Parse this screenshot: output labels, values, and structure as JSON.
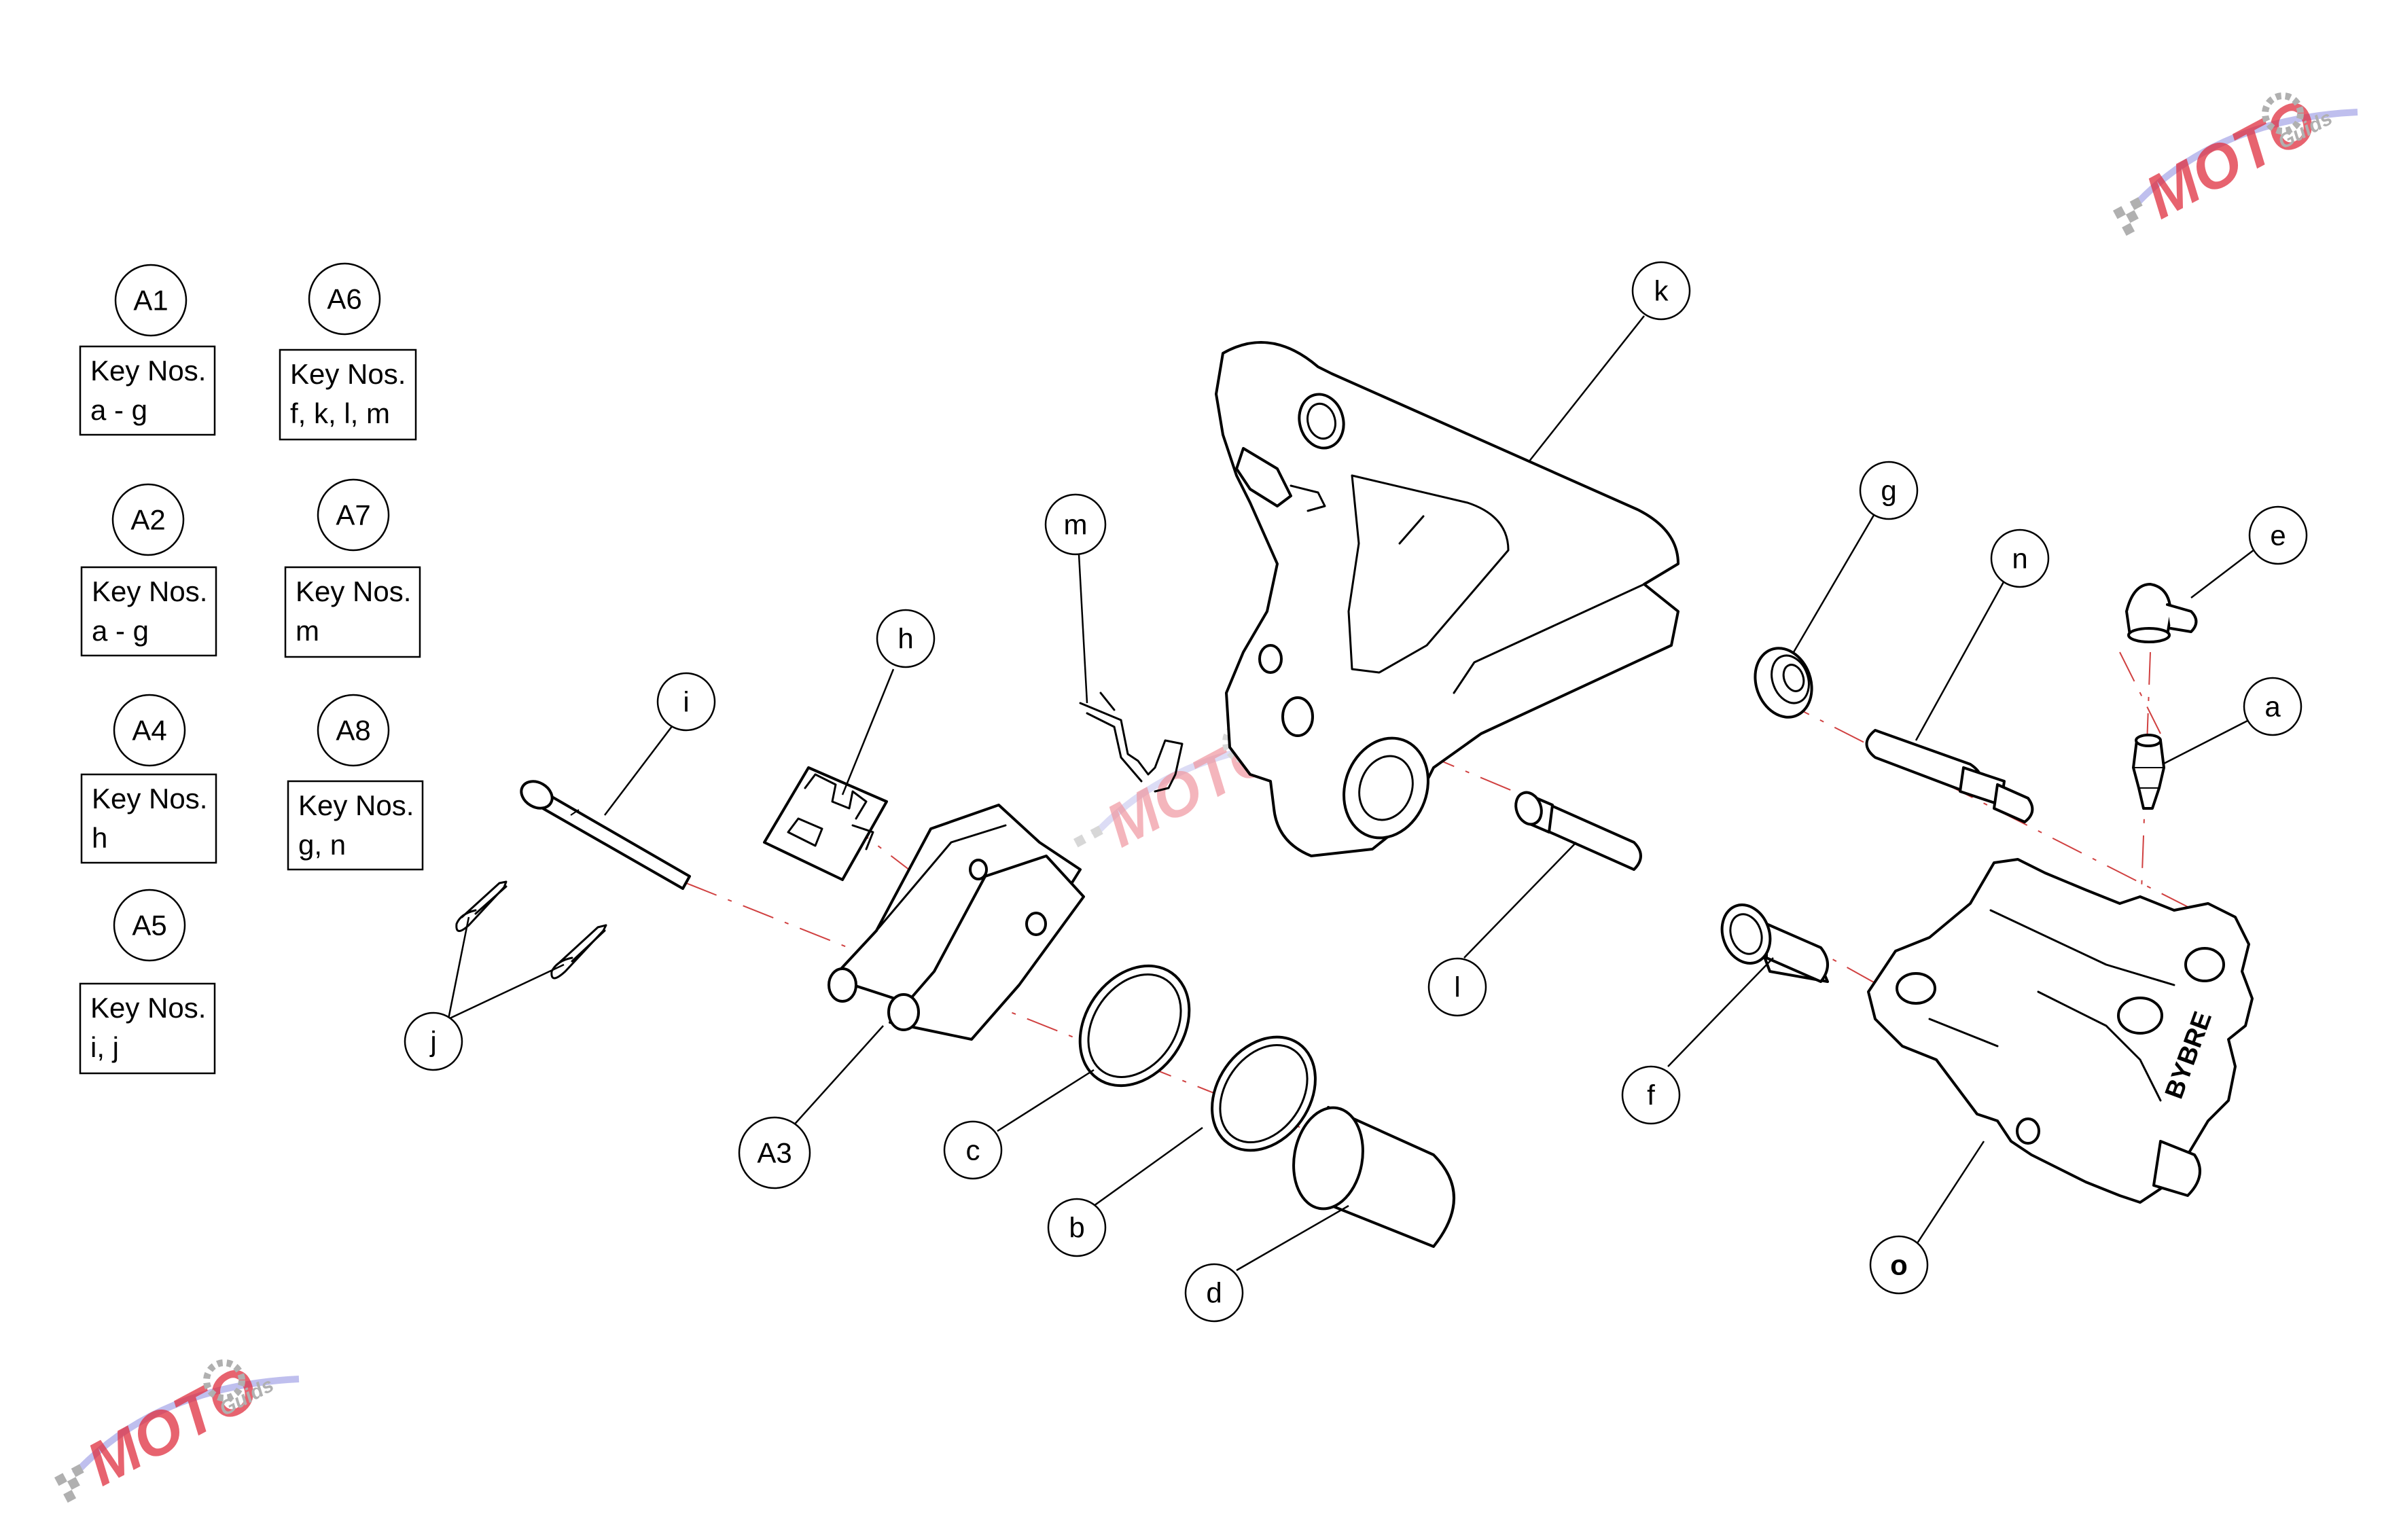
{
  "legend": [
    {
      "id": "A1",
      "line1": "Key Nos.",
      "line2": "a - g"
    },
    {
      "id": "A2",
      "line1": "Key Nos.",
      "line2": "a - g"
    },
    {
      "id": "A4",
      "line1": "Key Nos.",
      "line2": "h"
    },
    {
      "id": "A5",
      "line1": "Key Nos.",
      "line2": "i, j"
    },
    {
      "id": "A6",
      "line1": "Key Nos.",
      "line2": "f, k, l, m"
    },
    {
      "id": "A7",
      "line1": "Key Nos.",
      "line2": "m"
    },
    {
      "id": "A8",
      "line1": "Key Nos.",
      "line2": "g, n"
    }
  ],
  "callouts": {
    "i": "i",
    "j": "j",
    "h": "h",
    "A3": "A3",
    "c": "c",
    "b": "b",
    "d": "d",
    "m": "m",
    "k": "k",
    "l": "l",
    "f": "f",
    "g": "g",
    "n": "n",
    "e": "e",
    "a": "a",
    "o": "o"
  },
  "watermark": {
    "main": "MOTO",
    "sub": "Guids"
  },
  "colors": {
    "line": "#000000",
    "axis": "#d04040",
    "watermark_red": "#e03040",
    "watermark_blue": "#5a5ad8",
    "watermark_gray": "#b0b0b0"
  }
}
